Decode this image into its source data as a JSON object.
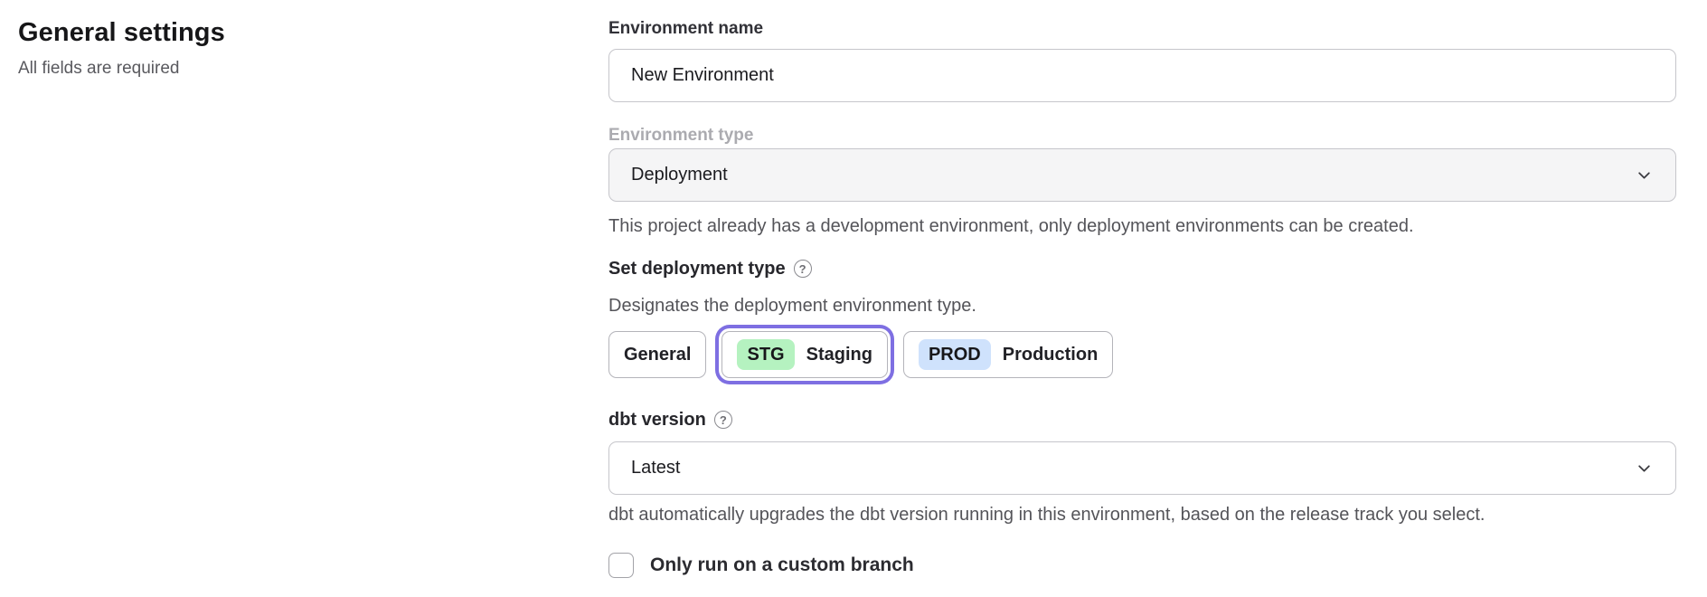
{
  "page": {
    "title": "General settings",
    "subtitle": "All fields are required"
  },
  "form": {
    "environment_name": {
      "label": "Environment name",
      "value": "New Environment"
    },
    "environment_type": {
      "label": "Environment type",
      "value": "Deployment",
      "helper": "This project already has a development environment, only deployment environments can be created."
    },
    "deployment_type": {
      "label": "Set deployment type",
      "helper": "Designates the deployment environment type.",
      "options": [
        {
          "label": "General",
          "badge": "",
          "selected": false
        },
        {
          "label": "Staging",
          "badge": "STG",
          "selected": true
        },
        {
          "label": "Production",
          "badge": "PROD",
          "selected": false
        }
      ]
    },
    "dbt_version": {
      "label": "dbt version",
      "value": "Latest",
      "helper": "dbt automatically upgrades the dbt version running in this environment, based on the release track you select."
    },
    "custom_branch": {
      "label": "Only run on a custom branch",
      "checked": false
    }
  },
  "icons": {
    "help_glyph": "?"
  },
  "colors": {
    "selected_ring": "#7e6fe2",
    "stg_badge_bg": "#b5f2c0",
    "prod_badge_bg": "#cfe2fc",
    "disabled_bg": "#f5f5f6",
    "input_border": "#c6c6cb"
  }
}
